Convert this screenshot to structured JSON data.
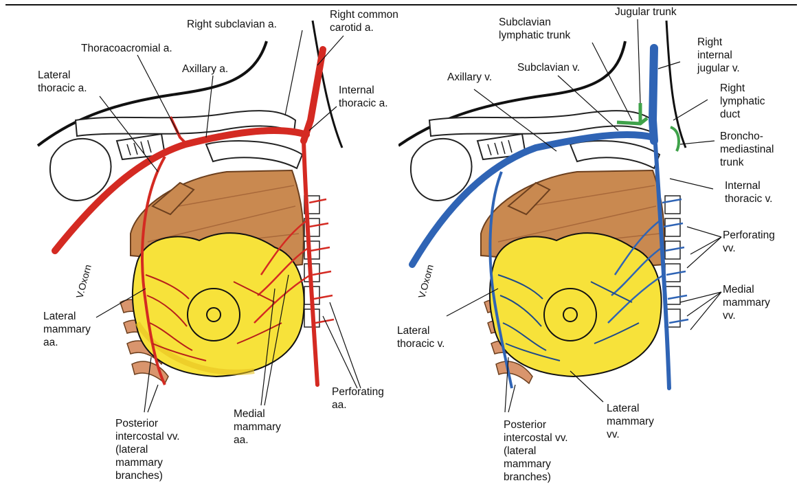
{
  "colors": {
    "artery": "#d42a22",
    "vein": "#2f64b5",
    "lymph": "#3fa24a",
    "breast": "#f7e23a",
    "breast_shade": "#e8c31f",
    "muscle": "#c98950",
    "muscle_dark": "#a8683a",
    "rib": "#d9956d",
    "outline": "#111111"
  },
  "left_panel": {
    "signature": "V.Oxorn",
    "labels": {
      "right_common_carotid": "Right common\ncarotid a.",
      "right_subclavian": "Right subclavian a.",
      "thoracoacromial": "Thoracoacromial a.",
      "axillary": "Axillary a.",
      "lateral_thoracic": "Lateral\nthoracic a.",
      "internal_thoracic": "Internal\nthoracic a.",
      "lateral_mammary": "Lateral\nmammary\naa.",
      "posterior_intercostal": "Posterior\nintercostal vv.\n(lateral\nmammary\nbranches)",
      "medial_mammary": "Medial\nmammary\naa.",
      "perforating": "Perforating\naa."
    }
  },
  "right_panel": {
    "signature": "V.Oxorn",
    "labels": {
      "jugular_trunk": "Jugular trunk",
      "subclavian_lymphatic_trunk": "Subclavian\nlymphatic trunk",
      "right_internal_jugular": "Right\ninternal\njugular v.",
      "subclavian_v": "Subclavian v.",
      "axillary_v": "Axillary v.",
      "right_lymphatic_duct": "Right\nlymphatic\nduct",
      "bronchomediastinal_trunk": "Broncho-\nmediastinal\ntrunk",
      "internal_thoracic_v": "Internal\nthoracic v.",
      "perforating_vv": "Perforating\nvv.",
      "medial_mammary_vv": "Medial\nmammary\nvv.",
      "lateral_thoracic_v": "Lateral\nthoracic v.",
      "lateral_mammary_vv": "Lateral\nmammary\nvv.",
      "posterior_intercostal": "Posterior\nintercostal vv.\n(lateral\nmammary\nbranches)"
    }
  }
}
